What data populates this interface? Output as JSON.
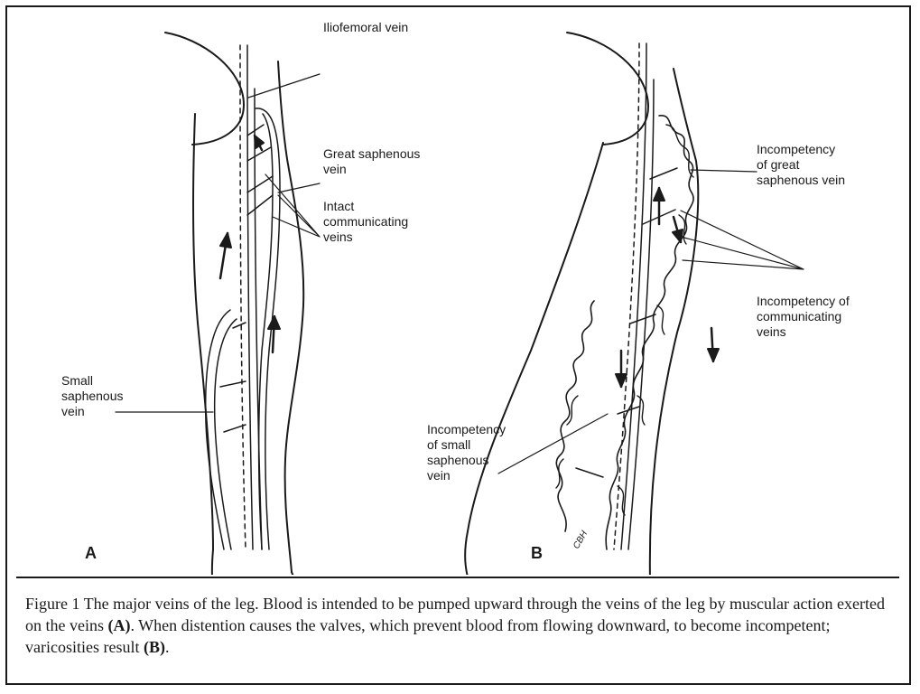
{
  "labels": {
    "iliofemoral": "Iliofemoral vein",
    "great_saphenous": [
      "Great saphenous",
      "vein"
    ],
    "intact_communicating": [
      "Intact",
      "communicating",
      "veins"
    ],
    "small_saphenous": [
      "Small",
      "saphenous",
      "vein"
    ],
    "incomp_great": [
      "Incompetency",
      "of great",
      "saphenous vein"
    ],
    "incomp_communicating": [
      "Incompetency of",
      "communicating",
      "veins"
    ],
    "incomp_small": [
      "Incompetency",
      "of small",
      "saphenous",
      "vein"
    ]
  },
  "panels": {
    "a": "A",
    "b": "B"
  },
  "signature": "CBH",
  "caption": {
    "part1": "Figure 1 The major veins of the leg. Blood is intended to be pumped upward through the veins of the leg by muscular action exerted on the veins ",
    "ref_a": "(A)",
    "part2": ". When distention causes the valves, which prevent blood from flowing downward, to become incompetent; varicosities result ",
    "ref_b": "(B)",
    "part3": "."
  }
}
